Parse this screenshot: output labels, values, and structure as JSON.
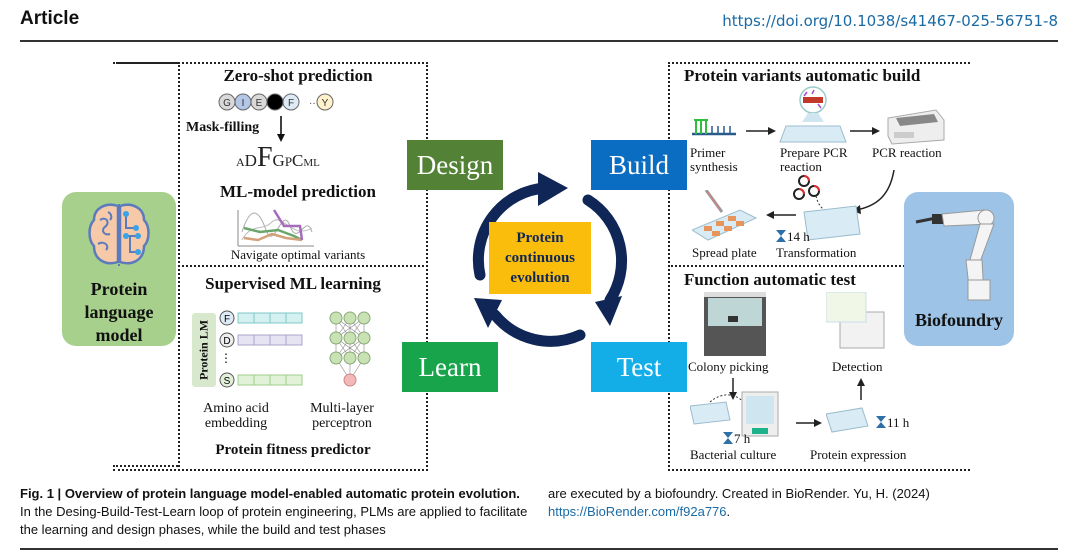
{
  "header": {
    "section": "Article",
    "doi_link": "https://doi.org/10.1038/s41467-025-56751-8"
  },
  "colors": {
    "design": "#538135",
    "build": "#0b6dc1",
    "learn": "#17a44b",
    "test": "#13aee8",
    "center": "#fbbd0b",
    "cycle_arrow": "#0f2657",
    "plm_box": "#a8d08d",
    "biofoundry_box": "#9dc3e6",
    "link": "#1a6aa5"
  },
  "figure": {
    "cycle": {
      "design": "Design",
      "build": "Build",
      "test": "Test",
      "learn": "Learn",
      "center_line1": "Protein",
      "center_line2": "continuous",
      "center_line3": "evolution"
    },
    "plm": {
      "line1": "Protein",
      "line2": "language",
      "line3": "model"
    },
    "biofoundry": {
      "label": "Biofoundry"
    },
    "design_panel": {
      "zero_shot_title": "Zero-shot prediction",
      "sequence_tokens": [
        "G",
        "I",
        "E",
        "",
        "F",
        "···",
        "Y"
      ],
      "mask_filling": "Mask-filling",
      "logo_letters": [
        "A",
        "D",
        "F",
        "G",
        "P",
        "C",
        "M",
        "L"
      ],
      "ml_title": "ML-model prediction",
      "navigate_label": "Navigate optimal variants"
    },
    "learn_panel": {
      "title": "Supervised ML learning",
      "protein_lm": "Protein LM",
      "tokens": [
        "F",
        "D",
        "⋮",
        "S"
      ],
      "embedding_line1": "Amino acid",
      "embedding_line2": "embedding",
      "mlp_line1": "Multi-layer",
      "mlp_line2": "perceptron",
      "footer": "Protein fitness predictor"
    },
    "build_panel": {
      "title": "Protein variants automatic build",
      "primer_line1": "Primer",
      "primer_line2": "synthesis",
      "prepare_line1": "Prepare PCR",
      "prepare_line2": "reaction",
      "pcr": "PCR reaction",
      "spread": "Spread plate",
      "transformation": "Transformation",
      "transformation_time": "14 h"
    },
    "test_panel": {
      "title": "Function automatic test",
      "colony": "Colony picking",
      "detection": "Detection",
      "bacterial": "Bacterial culture",
      "bacterial_time": "7 h",
      "expression": "Protein expression",
      "expression_time": "11 h"
    }
  },
  "caption": {
    "fig_label": "Fig. 1 | ",
    "bold_text": "Overview of protein language model-enabled automatic protein evolution.",
    "body_text": " In the Desing-Build-Test-Learn loop of protein engineering, PLMs are applied to facilitate the learning and design phases, while the build and test phases are executed by a biofoundry. Created in BioRender. Yu, H. (2024) ",
    "link_text": "https://BioRender.com/f92a776",
    "end": "."
  }
}
